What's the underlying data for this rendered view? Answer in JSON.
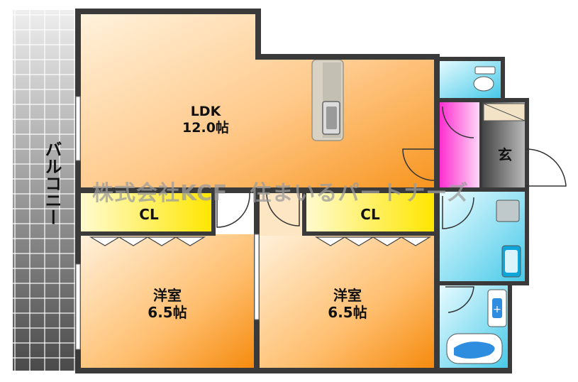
{
  "balcony": {
    "label": "バルコニー"
  },
  "ldk": {
    "name": "LDK",
    "size": "12.0帖"
  },
  "genkan": {
    "label": "玄"
  },
  "closet_left": {
    "label": "CL"
  },
  "closet_right": {
    "label": "CL"
  },
  "room_left": {
    "name": "洋室",
    "size": "6.5帖"
  },
  "room_right": {
    "name": "洋室",
    "size": "6.5帖"
  },
  "watermark": {
    "text": "株式会社KCF　住まいるパートナーズ"
  },
  "colors": {
    "wall": "#3a3a3a",
    "ldk_light": "#ffe9c9",
    "ldk_dark": "#f7941d",
    "closet": "#ffe600",
    "wet_area": "#7fdcef",
    "genkan_accent": "#ff3fcf",
    "balcony_tile": "#c8c8c8"
  }
}
